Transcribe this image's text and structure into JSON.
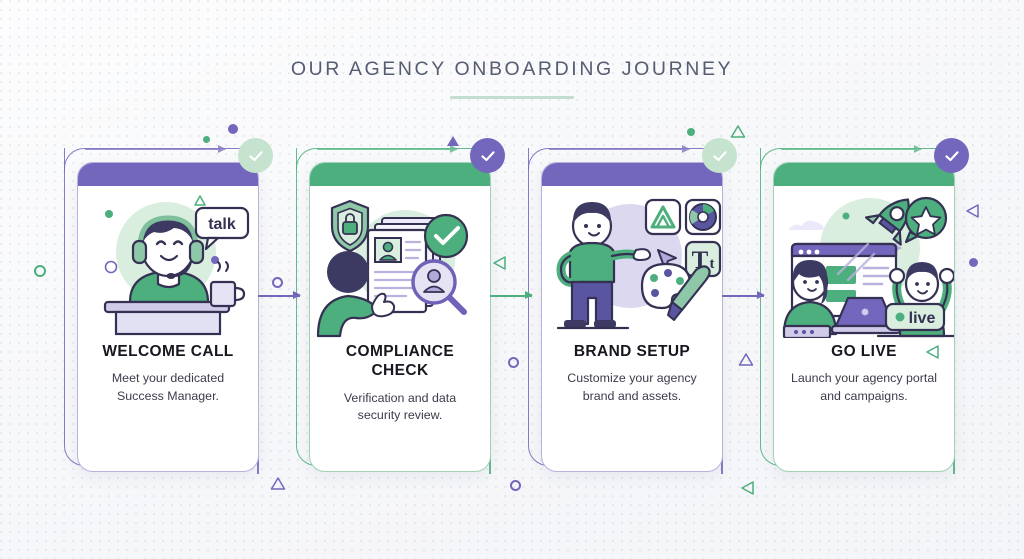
{
  "header": {
    "title": "OUR AGENCY ONBOARDING JOURNEY"
  },
  "theme": {
    "purple": "#7366bd",
    "green": "#4caf7d",
    "badge_green_bg": "#c5e3cf",
    "badge_purple_bg": "#7366bd",
    "background": "#f7f8fa",
    "title_color": "#565d72",
    "rule_color": "#c3ddd0"
  },
  "steps": [
    {
      "id": "welcome-call",
      "title": "WELCOME CALL",
      "description": "Meet your dedicated Success Manager.",
      "accent": "#7366bd",
      "accent_name": "purple",
      "badge_style": "green",
      "check_mark": "✓",
      "illustration": "support-agent-with-headset",
      "illustration_labels": [
        "talk"
      ]
    },
    {
      "id": "compliance-check",
      "title": "COMPLIANCE CHECK",
      "description": "Verification and data security review.",
      "accent": "#4caf7d",
      "accent_name": "green",
      "badge_style": "purple",
      "check_mark": "✓",
      "illustration": "document-verification-shield-magnifier",
      "illustration_labels": []
    },
    {
      "id": "brand-setup",
      "title": "BRAND SETUP",
      "description": "Customize your agency brand and assets.",
      "accent": "#7366bd",
      "accent_name": "purple",
      "badge_style": "green",
      "check_mark": "✓",
      "illustration": "designer-with-brand-asset-tiles",
      "illustration_labels": [
        "Tt"
      ]
    },
    {
      "id": "go-live",
      "title": "GO LIVE",
      "description": "Launch your agency portal and campaigns.",
      "accent": "#4caf7d",
      "accent_name": "green",
      "badge_style": "purple",
      "check_mark": "✓",
      "illustration": "team-launching-rocket-dashboard",
      "illustration_labels": [
        "live"
      ]
    }
  ],
  "connectors": [
    {
      "from": "welcome-call",
      "to": "compliance-check",
      "color": "#7366bd"
    },
    {
      "from": "compliance-check",
      "to": "brand-setup",
      "color": "#4caf7d"
    },
    {
      "from": "brand-setup",
      "to": "go-live",
      "color": "#7366bd"
    }
  ]
}
